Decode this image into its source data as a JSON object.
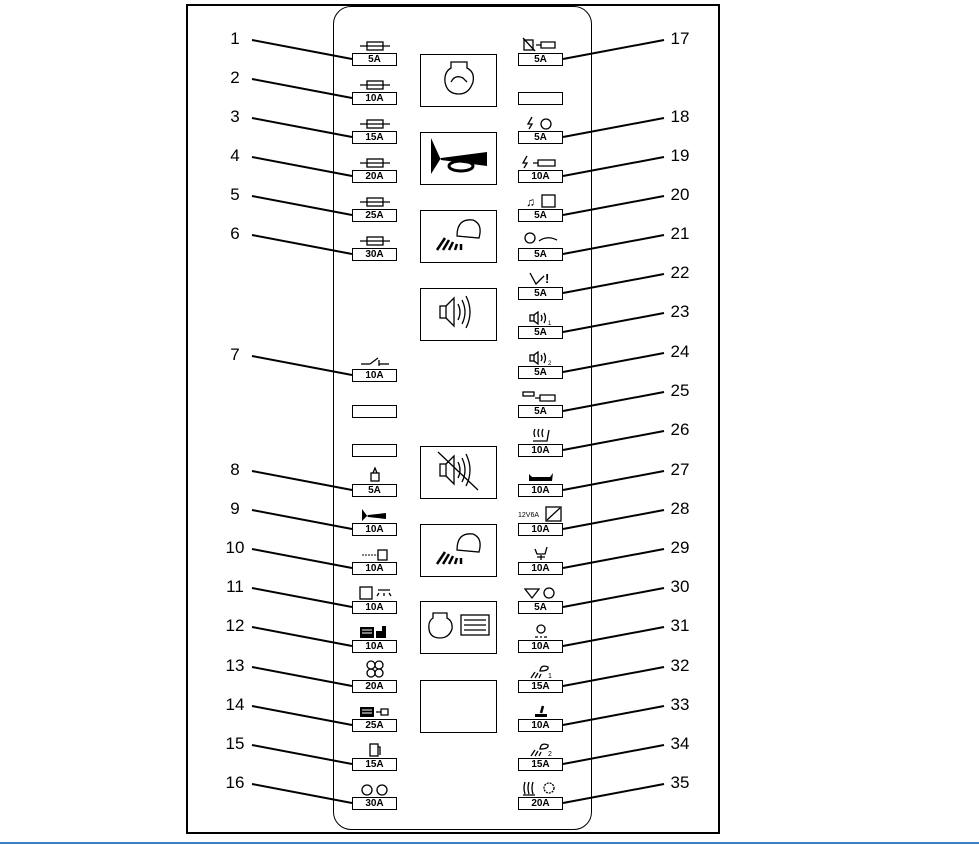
{
  "left_fuses": [
    {
      "number": "1",
      "rating": "5A",
      "icon": "fuse-icon"
    },
    {
      "number": "2",
      "rating": "10A",
      "icon": "fuse-icon"
    },
    {
      "number": "3",
      "rating": "15A",
      "icon": "fuse-icon"
    },
    {
      "number": "4",
      "rating": "20A",
      "icon": "fuse-icon"
    },
    {
      "number": "5",
      "rating": "25A",
      "icon": "fuse-icon"
    },
    {
      "number": "6",
      "rating": "30A",
      "icon": "fuse-icon"
    },
    {
      "number": "7",
      "rating": "10A",
      "icon": "switch-icon"
    },
    {
      "number": "",
      "rating": "",
      "icon": ""
    },
    {
      "number": "",
      "rating": "",
      "icon": ""
    },
    {
      "number": "8",
      "rating": "5A",
      "icon": "beacon-icon"
    },
    {
      "number": "9",
      "rating": "10A",
      "icon": "horn-icon"
    },
    {
      "number": "10",
      "rating": "10A",
      "icon": "key-icon"
    },
    {
      "number": "11",
      "rating": "10A",
      "icon": "cab-light-icon"
    },
    {
      "number": "12",
      "rating": "10A",
      "icon": "radiator-tractor-icon"
    },
    {
      "number": "13",
      "rating": "20A",
      "icon": "fan-icon"
    },
    {
      "number": "14",
      "rating": "25A",
      "icon": "radiator-plug-icon"
    },
    {
      "number": "15",
      "rating": "15A",
      "icon": "fuel-icon"
    },
    {
      "number": "16",
      "rating": "30A",
      "icon": "engine-pair-icon"
    }
  ],
  "right_fuses": [
    {
      "number": "17",
      "rating": "5A",
      "icon": "trailer-off-icon"
    },
    {
      "number": "",
      "rating": "",
      "icon": ""
    },
    {
      "number": "18",
      "rating": "5A",
      "icon": "power-engine-icon"
    },
    {
      "number": "19",
      "rating": "10A",
      "icon": "power-trailer-icon"
    },
    {
      "number": "20",
      "rating": "5A",
      "icon": "radio-icon"
    },
    {
      "number": "21",
      "rating": "5A",
      "icon": "lamp-wiper-icon"
    },
    {
      "number": "22",
      "rating": "5A",
      "icon": "seat-warning-icon"
    },
    {
      "number": "23",
      "rating": "5A",
      "icon": "speaker-1-icon",
      "sub": "1"
    },
    {
      "number": "24",
      "rating": "5A",
      "icon": "speaker-2-icon",
      "sub": "2"
    },
    {
      "number": "25",
      "rating": "5A",
      "icon": "trailer-socket-icon"
    },
    {
      "number": "26",
      "rating": "10A",
      "icon": "heated-seat-icon"
    },
    {
      "number": "27",
      "rating": "10A",
      "icon": "seat-icon"
    },
    {
      "number": "28",
      "rating": "10A",
      "icon": "socket-12v-icon",
      "text": "12V6A"
    },
    {
      "number": "29",
      "rating": "10A",
      "icon": "seat-suspension-icon"
    },
    {
      "number": "30",
      "rating": "5A",
      "icon": "wiper-engine-icon"
    },
    {
      "number": "31",
      "rating": "10A",
      "icon": "work-light-icon"
    },
    {
      "number": "32",
      "rating": "15A",
      "icon": "worklight-1-icon",
      "sub": "1"
    },
    {
      "number": "33",
      "rating": "10A",
      "icon": "lighter-icon"
    },
    {
      "number": "34",
      "rating": "15A",
      "icon": "worklight-2-icon",
      "sub": "2"
    },
    {
      "number": "35",
      "rating": "20A",
      "icon": "heater-icon"
    }
  ],
  "center_relays": [
    "engine-start-icon",
    "horn-icon",
    "work-light-icon",
    "speaker-icon",
    "speaker-mute-icon",
    "work-light-icon",
    "engine-radiator-icon",
    "blank"
  ]
}
